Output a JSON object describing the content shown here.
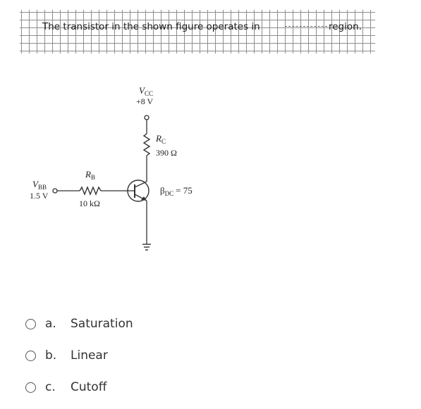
{
  "question": {
    "text": "The transistor in the shown figure operates in",
    "text_end": "region."
  },
  "circuit": {
    "vcc_label": "V",
    "vcc_sub": "CC",
    "vcc_value": "+8 V",
    "rc_label": "R",
    "rc_sub": "C",
    "rc_value": "390 Ω",
    "rb_label": "R",
    "rb_sub": "B",
    "rb_value": "10 kΩ",
    "vbb_label": "V",
    "vbb_sub": "BB",
    "vbb_value": "1.5 V",
    "beta_label": "β",
    "beta_sub": "DC",
    "beta_value": "= 75"
  },
  "options": [
    {
      "letter": "a.",
      "text": "Saturation"
    },
    {
      "letter": "b.",
      "text": "Linear"
    },
    {
      "letter": "c.",
      "text": "Cutoff"
    }
  ]
}
